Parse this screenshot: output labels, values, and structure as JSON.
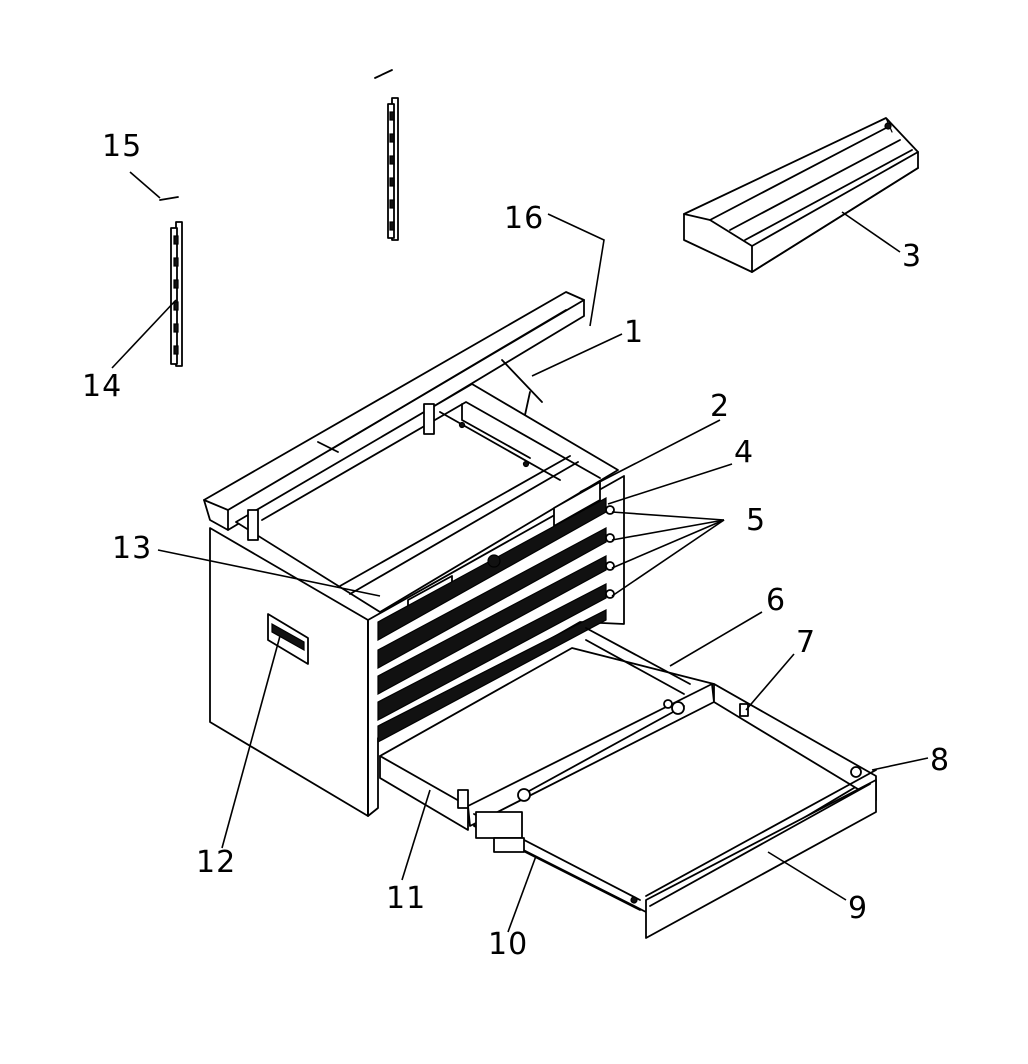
{
  "callouts": {
    "c1": "1",
    "c2": "2",
    "c3": "3",
    "c4": "4",
    "c5": "5",
    "c6": "6",
    "c7": "7",
    "c8": "8",
    "c9": "9",
    "c10": "10",
    "c11": "11",
    "c12": "12",
    "c13": "13",
    "c14": "14",
    "c15": "15",
    "c16": "16"
  },
  "colors": {
    "line": "#000000",
    "background": "#ffffff"
  }
}
